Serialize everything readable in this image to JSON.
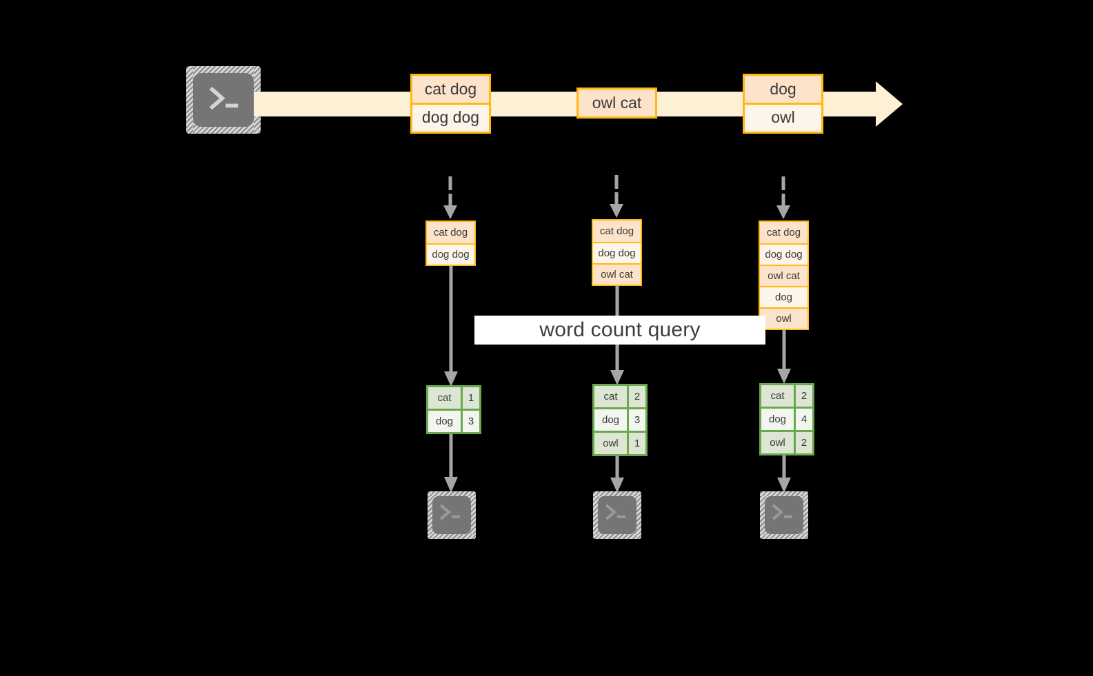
{
  "diagram": {
    "title_banner": "word count query",
    "accent_orange": "#ffb90f",
    "accent_green": "#6aa84f",
    "stream_fill": "#fdf0d5",
    "arrow_gray": "#a6a6a6",
    "icon_gray": "#757575"
  },
  "source": {
    "icon": "terminal-icon",
    "glyph": ">_"
  },
  "stream": {
    "name": "event-stream-arrow",
    "messages": [
      {
        "group": 1,
        "rows": [
          {
            "text": "cat dog",
            "shade": "dark"
          },
          {
            "text": "dog dog",
            "shade": "light"
          }
        ]
      },
      {
        "group": 2,
        "rows": [
          {
            "text": "owl cat",
            "shade": "dark"
          }
        ]
      },
      {
        "group": 3,
        "rows": [
          {
            "text": "dog",
            "shade": "dark"
          },
          {
            "text": "owl",
            "shade": "light"
          }
        ]
      }
    ]
  },
  "columns": [
    {
      "id": 1,
      "buffer": [
        {
          "text": "cat dog",
          "shade": "dark"
        },
        {
          "text": "dog dog",
          "shade": "light"
        }
      ],
      "result": {
        "rows": [
          {
            "word": "cat",
            "count": "1",
            "shade": "dark"
          },
          {
            "word": "dog",
            "count": "3",
            "shade": "light"
          }
        ]
      },
      "sink": {
        "icon": "terminal-icon",
        "glyph": ">_"
      }
    },
    {
      "id": 2,
      "buffer": [
        {
          "text": "cat dog",
          "shade": "dark"
        },
        {
          "text": "dog dog",
          "shade": "light"
        },
        {
          "text": "owl cat",
          "shade": "dark"
        }
      ],
      "result": {
        "rows": [
          {
            "word": "cat",
            "count": "2",
            "shade": "dark"
          },
          {
            "word": "dog",
            "count": "3",
            "shade": "light"
          },
          {
            "word": "owl",
            "count": "1",
            "shade": "dark"
          }
        ]
      },
      "sink": {
        "icon": "terminal-icon",
        "glyph": ">_"
      }
    },
    {
      "id": 3,
      "buffer": [
        {
          "text": "cat dog",
          "shade": "dark"
        },
        {
          "text": "dog dog",
          "shade": "light"
        },
        {
          "text": "owl cat",
          "shade": "dark"
        },
        {
          "text": "dog",
          "shade": "light"
        },
        {
          "text": "owl",
          "shade": "dark"
        }
      ],
      "result": {
        "rows": [
          {
            "word": "cat",
            "count": "2",
            "shade": "dark"
          },
          {
            "word": "dog",
            "count": "4",
            "shade": "light"
          },
          {
            "word": "owl",
            "count": "2",
            "shade": "dark"
          }
        ]
      },
      "sink": {
        "icon": "terminal-icon",
        "glyph": ">_"
      }
    }
  ]
}
